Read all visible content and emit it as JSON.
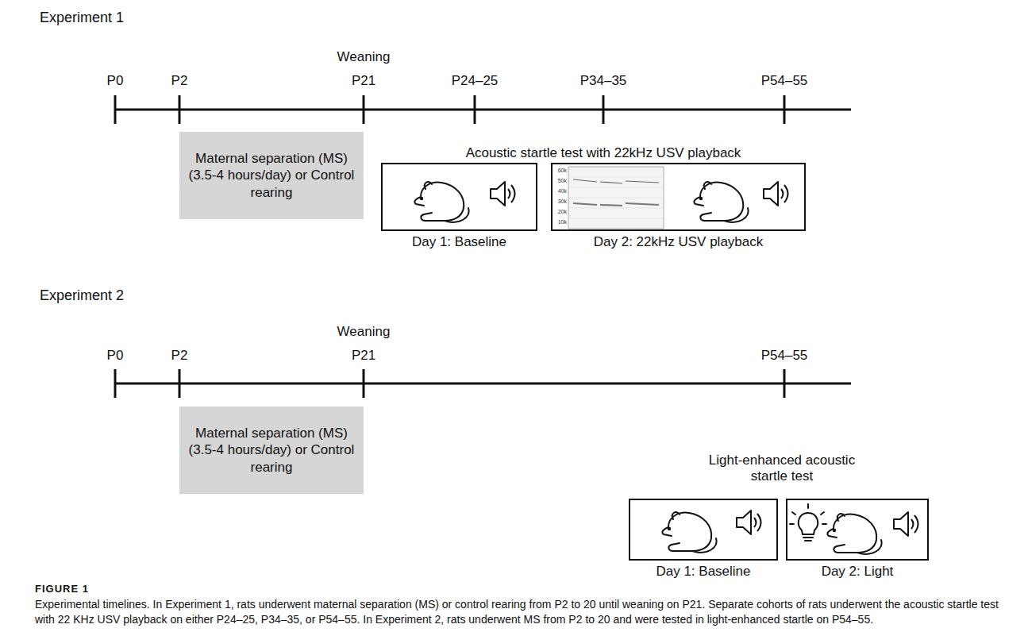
{
  "diagram": {
    "caption": "Experimental timelines. In Experiment 1, rats underwent maternal separation (MS) or control rearing from P2 to 20 until weaning on P21. Separate cohorts of rats underwent the acoustic startle test with 22 KHz USV playback on either P24–25, P34–35, or P54–55. In Experiment 2, rats underwent MS from P2 to 20 and were tested in light-enhanced startle on P54–55.",
    "nodes": [
      {
        "text": [
          "Maternal separation (MS) (3.5-4 hours/day) or Control rearing"
        ]
      },
      {
        "text": [
          "Day 1: Baseline"
        ]
      },
      {
        "text": [
          "Day 2: 22kHz USV playback"
        ]
      },
      {
        "text": [
          "Maternal separation (MS) (3.5-4 hours/day) or Control rearing"
        ]
      },
      {
        "text": [
          "Day 1: Baseline"
        ]
      },
      {
        "text": [
          "Day 2: Light"
        ]
      }
    ],
    "labels": [
      "Experiment 1",
      "P0",
      "P2",
      "Weaning",
      "P21",
      "P24–25",
      "P34–35",
      "P54–55",
      "Acoustic startle test with 22kHz USV playback",
      "60k",
      "50k",
      "40k",
      "30k",
      "20k",
      "10k",
      "Experiment 2",
      "P0",
      "P2",
      "Weaning",
      "P21",
      "P54–55",
      "Light-enhanced acoustic startle test",
      "FIGURE 1"
    ]
  }
}
